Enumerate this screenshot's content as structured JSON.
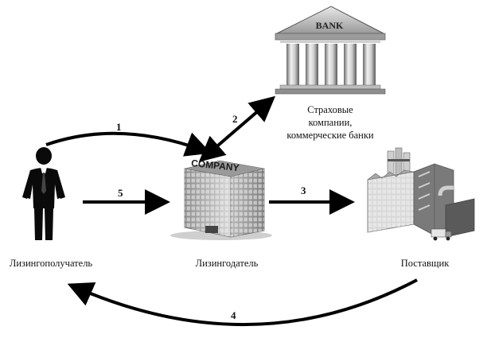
{
  "icons": {
    "bank": "bank-icon",
    "company": "company-building-icon",
    "person": "businessman-icon",
    "factory": "factory-icon"
  },
  "bank_sign": "BANK",
  "company_sign": "COMPANY",
  "labels": {
    "bank_line1": "Страховые",
    "bank_line2": "компании,",
    "bank_line3": "коммерческие банки",
    "lessee": "Лизингополучатель",
    "lessor": "Лизингодатель",
    "supplier": "Поставщик"
  },
  "arrows": {
    "a1": "1",
    "a2": "2",
    "a3": "3",
    "a4": "4",
    "a5": "5"
  }
}
